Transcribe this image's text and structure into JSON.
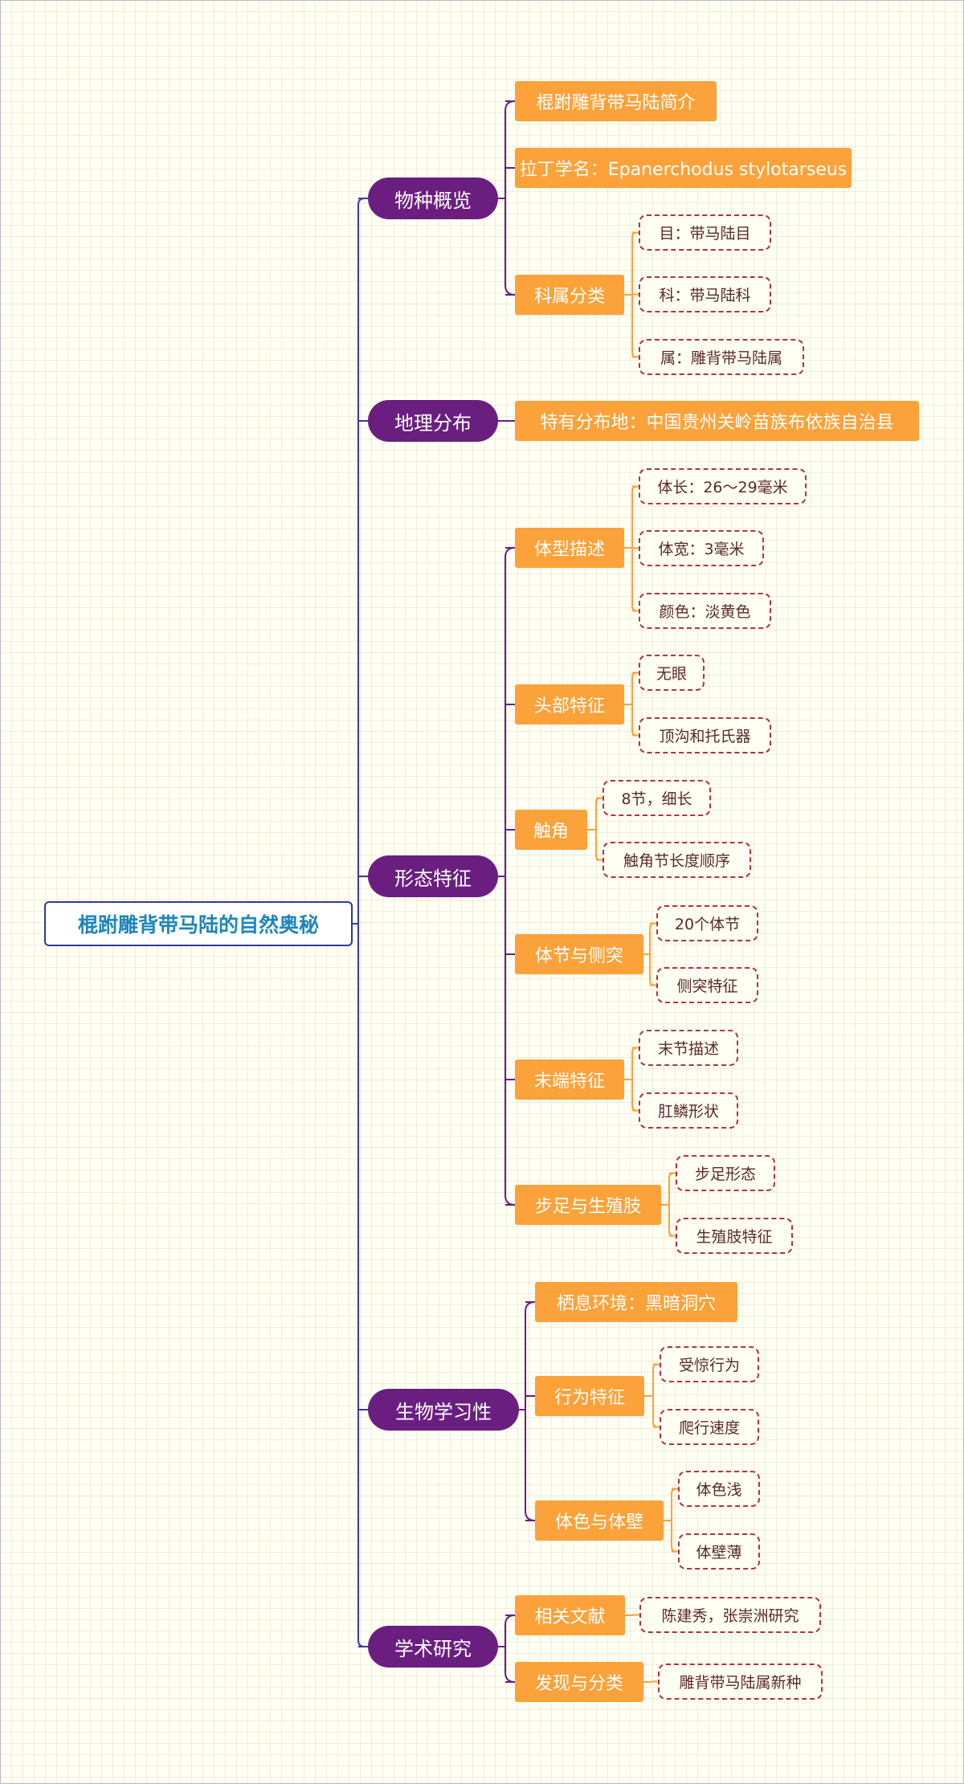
{
  "root": "棍跗雕背带马陆的自然奥秘",
  "overview": {
    "title": "物种概览",
    "intro": "棍跗雕背带马陆简介",
    "latin": "拉丁学名：Epanerchodus stylotarseus",
    "taxonomy": {
      "title": "科属分类",
      "order": "目：带马陆目",
      "family": "科：带马陆科",
      "genus": "属：雕背带马陆属"
    }
  },
  "distribution": {
    "title": "地理分布",
    "endemic": "特有分布地：中国贵州关岭苗族布依族自治县"
  },
  "morphology": {
    "title": "形态特征",
    "body_shape": {
      "title": "体型描述",
      "length": "体长：26～29毫米",
      "width": "体宽：3毫米",
      "color": "颜色：淡黄色"
    },
    "head": {
      "title": "头部特征",
      "eyes": "无眼",
      "organ": "顶沟和托氏器"
    },
    "antenna": {
      "title": "触角",
      "segments": "8节，细长",
      "order": "触角节长度顺序"
    },
    "segments": {
      "title": "体节与侧突",
      "count": "20个体节",
      "paranota": "侧突特征"
    },
    "terminal": {
      "title": "末端特征",
      "last": "末节描述",
      "anal": "肛鳞形状"
    },
    "legs": {
      "title": "步足与生殖肢",
      "leg": "步足形态",
      "gonopod": "生殖肢特征"
    }
  },
  "biology": {
    "title": "生物学习性",
    "habitat": "栖息环境：黑暗洞穴",
    "behavior": {
      "title": "行为特征",
      "startle": "受惊行为",
      "crawl": "爬行速度"
    },
    "body": {
      "title": "体色与体壁",
      "color": "体色浅",
      "wall": "体壁薄"
    }
  },
  "research": {
    "title": "学术研究",
    "literature": {
      "title": "相关文献",
      "authors": "陈建秀，张崇洲研究"
    },
    "discovery": {
      "title": "发现与分类",
      "new_species": "雕背带马陆属新种"
    }
  },
  "colors": {
    "root_border": "#2d3a9b",
    "root_text": "#1f86b8",
    "level1": "#6a1f80",
    "level2": "#fca23a",
    "level3_border": "#b0343f",
    "connector_main": "#3b3b9c",
    "connector_sub": "#6a1f80",
    "connector_leaf": "#fca23a"
  }
}
